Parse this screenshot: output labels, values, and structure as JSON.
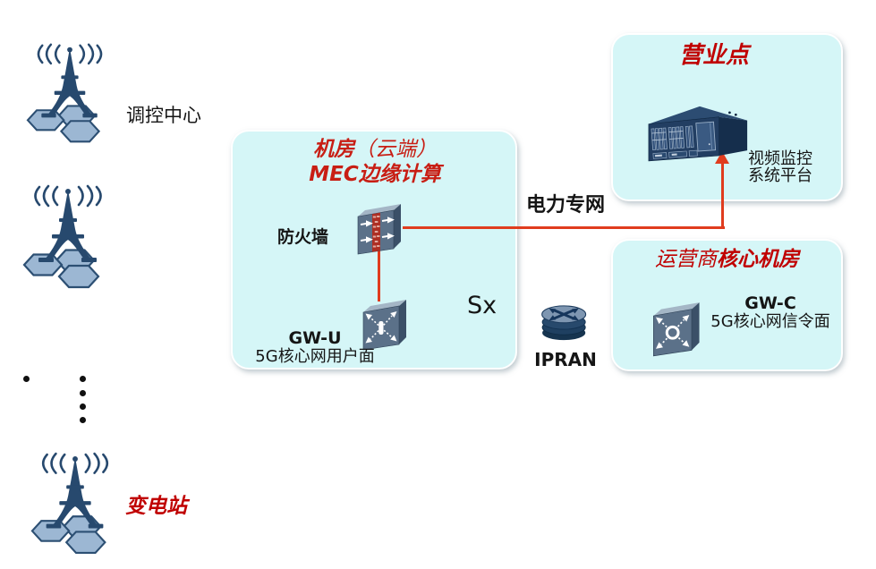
{
  "labels": {
    "tower1": "调控中心",
    "tower3": "变电站",
    "power_net": "电力专网",
    "sx": "Sx",
    "ipran": "IPRAN"
  },
  "mec_box": {
    "title1_bold": "机房",
    "title1_normal": "（云端）",
    "title2": "MEC边缘计算",
    "firewall": "防火墙",
    "gwu": "GW-U",
    "gwu_sub": "5G核心网用户面"
  },
  "business_box": {
    "title": "营业点",
    "platform1": "视频监控",
    "platform2": "系统平台"
  },
  "operator_box": {
    "title_normal": "运营商",
    "title_bold": "核心机房",
    "gwc": "GW-C",
    "gwc_sub": "5G核心网信令面"
  },
  "colors": {
    "box_background": "#d5f6f7",
    "red_text": "#c00000",
    "red_line": "#e03c1e",
    "tower_navy": "#27496e",
    "hexagon_fill": "#9cb7d3",
    "device_front": "#5b7189"
  }
}
